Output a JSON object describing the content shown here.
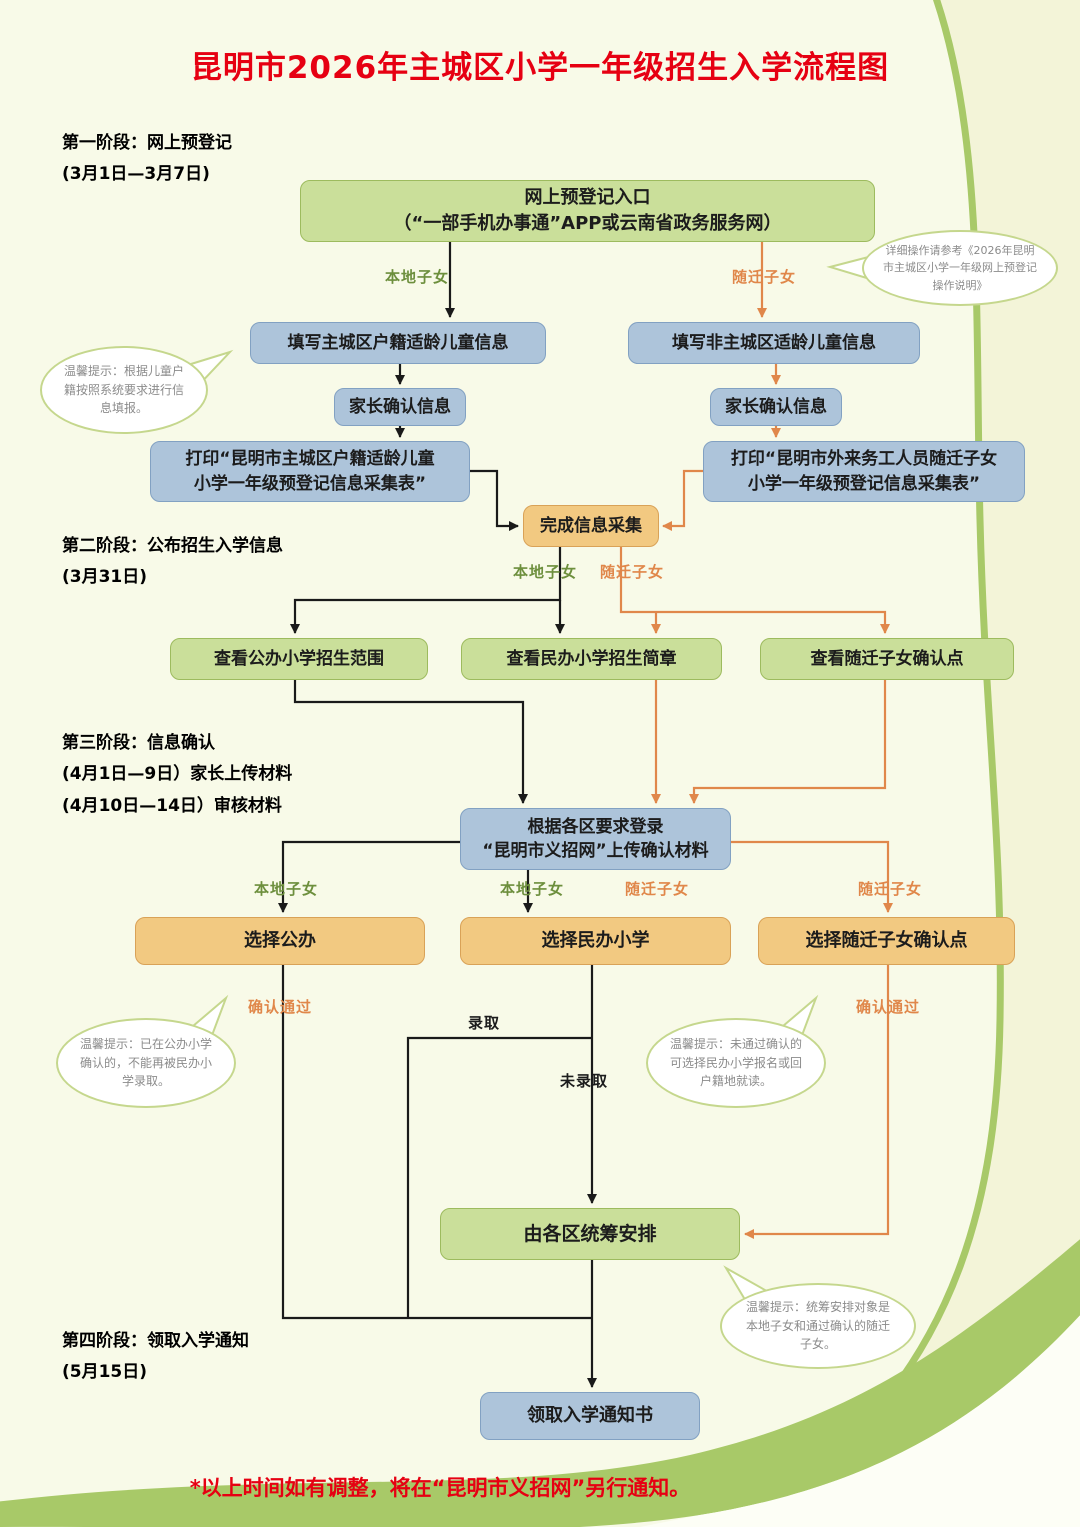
{
  "page": {
    "title": "昆明市2026年主城区小学一年级招生入学流程图",
    "footnote": "*以上时间如有调整，将在“昆明市义招网”另行通知。"
  },
  "stages": {
    "s1": "第一阶段：网上预登记\n(3月1日—3月7日)",
    "s2": "第二阶段：公布招生入学信息\n(3月31日)",
    "s3": "第三阶段：信息确认\n(4月1日—9日）家长上传材料\n(4月10日—14日）审核材料",
    "s4": "第四阶段：领取入学通知\n(5月15日)"
  },
  "nodes": {
    "entry": "网上预登记入口\n（“一部手机办事通”APP或云南省政务服务网）",
    "fill_local": "填写主城区户籍适龄儿童信息",
    "fill_migrant": "填写非主城区适龄儿童信息",
    "confirm_local": "家长确认信息",
    "confirm_migrant": "家长确认信息",
    "print_local": "打印“昆明市主城区户籍适龄儿童\n小学一年级预登记信息采集表”",
    "print_migrant": "打印“昆明市外来务工人员随迁子女\n小学一年级预登记信息采集表”",
    "complete": "完成信息采集",
    "view_public": "查看公办小学招生范围",
    "view_private": "查看民办小学招生简章",
    "view_migrant_point": "查看随迁子女确认点",
    "upload": "根据各区要求登录\n“昆明市义招网”上传确认材料",
    "choose_public": "选择公办",
    "choose_private": "选择民办小学",
    "choose_migrant_point": "选择随迁子女确认点",
    "arrange": "由各区统筹安排",
    "notice": "领取入学通知书"
  },
  "edge_labels": {
    "local": "本地子女",
    "migrant": "随迁子女",
    "confirm_pass": "确认通过",
    "admitted": "录取",
    "not_admitted": "未录取"
  },
  "tips": {
    "t1": "详细操作请参考《2026年昆明市主城区小学一年级网上预登记操作说明》",
    "t2": "温馨提示：根据儿童户籍按照系统要求进行信息填报。",
    "t3": "温馨提示：已在公办小学确认的，不能再被民办小学录取。",
    "t4": "温馨提示：未通过确认的可选择民办小学报名或回户籍地就读。",
    "t5": "温馨提示：统筹安排对象是本地子女和通过确认的随迁子女。"
  },
  "colors": {
    "title_red": "#e60012",
    "green_box": "#cadf9a",
    "blue_box": "#adc4da",
    "tan_box": "#f2c981",
    "arrow_black": "#1a1a1a",
    "arrow_orange": "#e0874a",
    "label_green": "#6d8f3d",
    "curve_green": "#a8c968"
  }
}
